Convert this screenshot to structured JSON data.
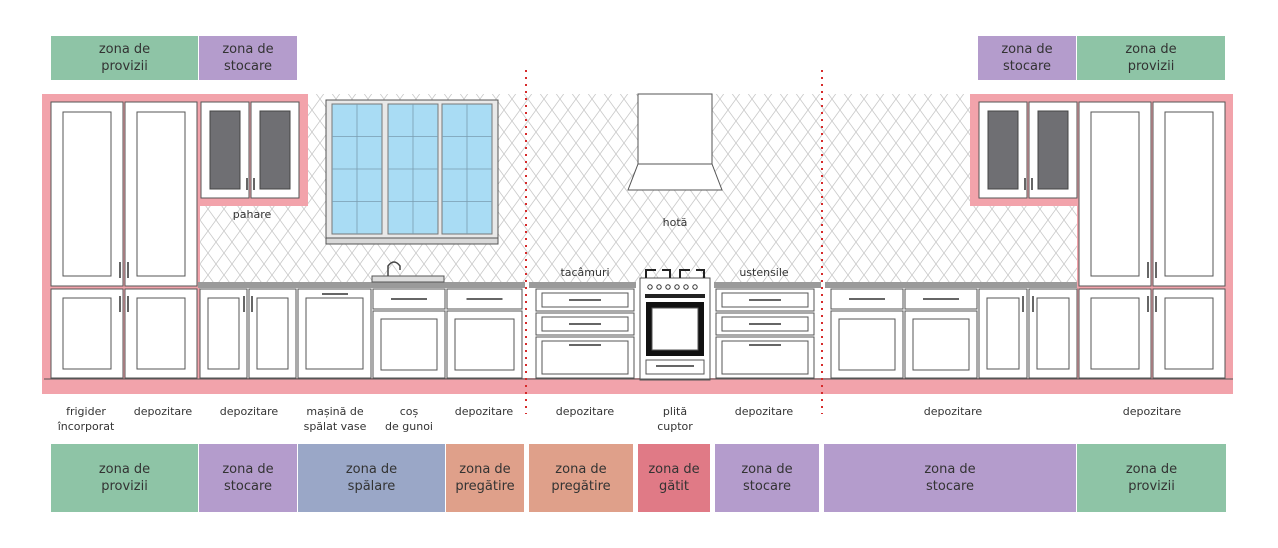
{
  "colors": {
    "provizii": "#8ec4a6",
    "stocare": "#b49ccc",
    "spalare": "#9aa7c7",
    "pregatire": "#dfa08a",
    "gatit": "#e07a86",
    "frame": "#f2a3ab",
    "divider": "#d62b2b"
  },
  "top_zones": [
    {
      "label": "zona de\nprovizii",
      "color": "provizii"
    },
    {
      "label": "zona de\nstocare",
      "color": "stocare"
    },
    {
      "label": "zona de\nstocare",
      "color": "stocare"
    },
    {
      "label": "zona de\nprovizii",
      "color": "provizii"
    }
  ],
  "annotations": {
    "glasses": "pahare",
    "hood": "hotă",
    "cutlery": "tacâmuri",
    "utensils": "ustensile"
  },
  "bottom_labels": [
    {
      "text": "frigider\nîncorporat"
    },
    {
      "text": "depozitare"
    },
    {
      "text": "depozitare"
    },
    {
      "text": "mașină de\nspălat vase"
    },
    {
      "text": "coș\nde gunoi"
    },
    {
      "text": "depozitare"
    },
    {
      "text": "depozitare"
    },
    {
      "text": "plită\ncuptor"
    },
    {
      "text": "depozitare"
    },
    {
      "text": "depozitare"
    },
    {
      "text": "depozitare"
    }
  ],
  "bottom_zones": [
    {
      "label": "zona de\nprovizii",
      "color": "provizii"
    },
    {
      "label": "zona de\nstocare",
      "color": "stocare"
    },
    {
      "label": "zona de\nspălare",
      "color": "spalare"
    },
    {
      "label": "zona de\npregătire",
      "color": "pregatire"
    },
    {
      "label": "zona de\npregătire",
      "color": "pregatire"
    },
    {
      "label": "zona de\ngătit",
      "color": "gatit"
    },
    {
      "label": "zona de\nstocare",
      "color": "stocare"
    },
    {
      "label": "zona de\nstocare",
      "color": "stocare"
    },
    {
      "label": "zona de\nprovizii",
      "color": "provizii"
    }
  ]
}
